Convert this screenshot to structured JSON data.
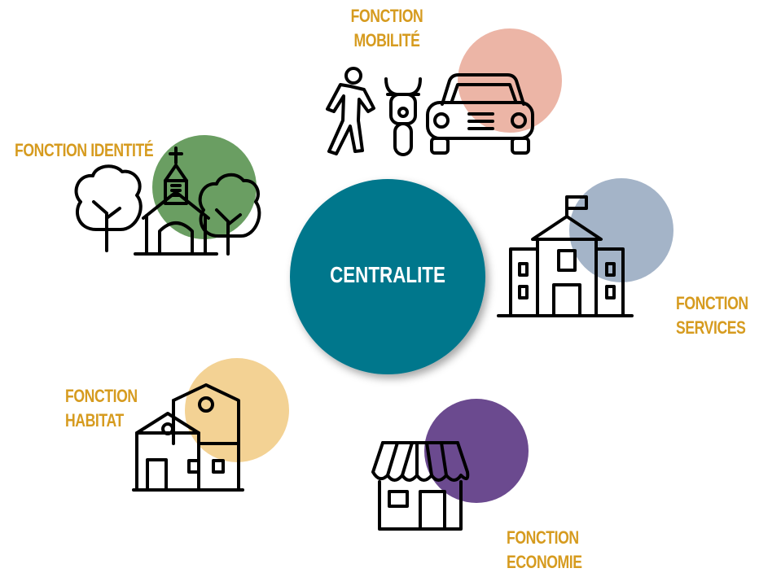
{
  "center": {
    "label": "CENTRALITE",
    "color": "#00778c"
  },
  "label_color": "#d69b1f",
  "nodes": [
    {
      "id": "mobilite",
      "lines": [
        "FONCTION",
        "MOBILITÉ"
      ],
      "circle_color": "#ecb5a6",
      "icons": [
        "pedestrian-icon",
        "scooter-icon",
        "car-icon"
      ]
    },
    {
      "id": "identite",
      "lines": [
        "FONCTION IDENTITÉ"
      ],
      "circle_color": "#6a9e62",
      "icons": [
        "tree-icon",
        "church-icon",
        "tree-icon"
      ]
    },
    {
      "id": "services",
      "lines": [
        "FONCTION",
        "SERVICES"
      ],
      "circle_color": "#a4b4c8",
      "icons": [
        "town-hall-icon"
      ]
    },
    {
      "id": "habitat",
      "lines": [
        "FONCTION",
        "HABITAT"
      ],
      "circle_color": "#f3d294",
      "icons": [
        "houses-icon"
      ]
    },
    {
      "id": "economie",
      "lines": [
        "FONCTION",
        "ECONOMIE"
      ],
      "circle_color": "#6b4a8f",
      "icons": [
        "shop-icon"
      ]
    }
  ]
}
